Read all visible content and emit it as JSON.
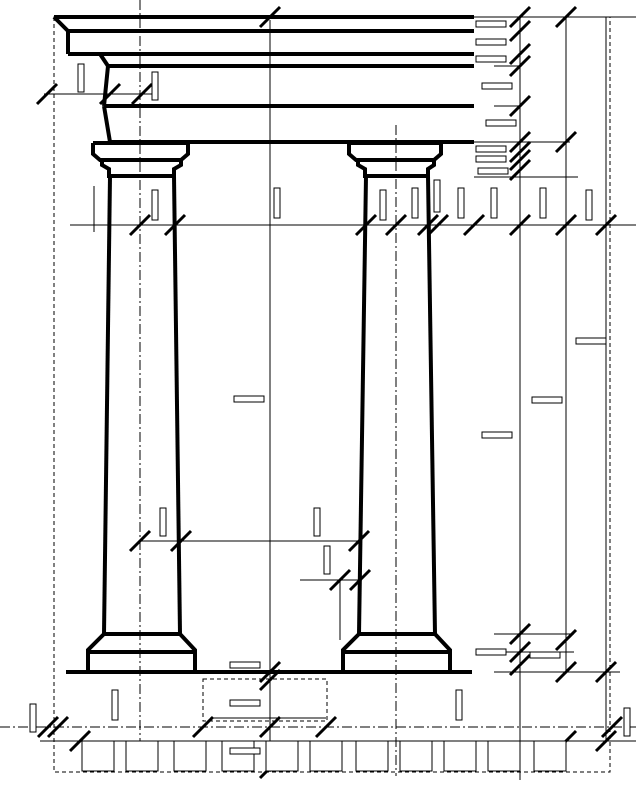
{
  "drawing": {
    "kind": "architectural-elevation",
    "subject": "portico-two-columns",
    "line_color": "#000000",
    "background_color": "#ffffff",
    "dimension_label_count": 40,
    "dimension_labels_legible": false
  }
}
